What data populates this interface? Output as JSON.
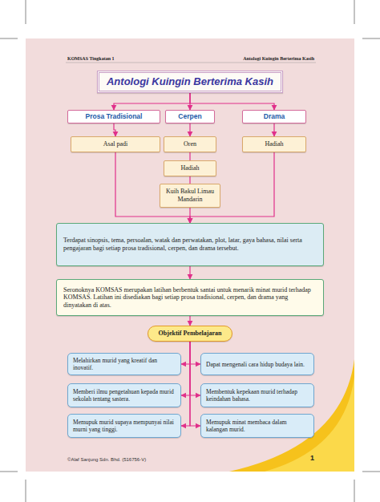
{
  "diagram": {
    "nodes": [
      {
        "text": [
          "Antologi Kuingin Berterima Kasih"
        ]
      },
      {
        "text": [
          "Prosa Tradisional"
        ]
      },
      {
        "text": [
          "Cerpen"
        ]
      },
      {
        "text": [
          "Drama"
        ]
      },
      {
        "text": [
          "Asal padi"
        ]
      },
      {
        "text": [
          "Oren"
        ]
      },
      {
        "text": [
          "Hadiah"
        ]
      },
      {
        "text": [
          "Hadiah"
        ]
      },
      {
        "text": [
          "Kuih Bakul Limau Mandarin"
        ]
      },
      {
        "text": [
          "Terdapat sinopsis, tema, persoalan, watak dan perwatakan, plot, latar, gaya bahasa, nilai serta pengajaran bagi setiap prosa tradisional, cerpen, dan drama tersebut."
        ]
      },
      {
        "text": [
          "Seronoknya KOMSAS merupakan latihan berbentuk santai untuk menarik minat murid terhadap KOMSAS. Latihan ini disediakan bagi setiap prosa tradisional, cerpen, dan drama yang dinyatakan di atas."
        ]
      },
      {
        "text": [
          "Objektif Pembelajaran"
        ]
      },
      {
        "text": [
          "Melahirkan murid yang kreatif dan inovatif."
        ]
      },
      {
        "text": [
          "Dapat mengenali cara hidup budaya lain."
        ]
      },
      {
        "text": [
          "Memberi ilmu pengetahuan kepada murid sekolah tentang sastera."
        ]
      },
      {
        "text": [
          "Membentuk kepekaan murid terhadap keindahan bahasa."
        ]
      },
      {
        "text": [
          "Memupuk murid supaya mempunyai nilai murni yang tinggi."
        ]
      },
      {
        "text": [
          "Memupuk minat membaca dalam kalangan murid."
        ]
      }
    ],
    "edges": [
      {
        "from": 0,
        "to": 1,
        "arrow": "to"
      },
      {
        "from": 0,
        "to": 2,
        "arrow": "to"
      },
      {
        "from": 0,
        "to": 3,
        "arrow": "to"
      },
      {
        "from": 1,
        "to": 4,
        "arrow": "to"
      },
      {
        "from": 2,
        "to": 5,
        "arrow": "to"
      },
      {
        "from": 3,
        "to": 6,
        "arrow": "to"
      },
      {
        "from": 5,
        "to": 7,
        "arrow": "none"
      },
      {
        "from": 7,
        "to": 8,
        "arrow": "none"
      },
      {
        "from": 4,
        "to": 9,
        "arrow": "to"
      },
      {
        "from": 8,
        "to": 9,
        "arrow": "to"
      },
      {
        "from": 6,
        "to": 9,
        "arrow": "to"
      },
      {
        "from": 9,
        "to": 10,
        "arrow": "to"
      },
      {
        "from": 10,
        "to": 11,
        "arrow": "to"
      },
      {
        "from": 11,
        "to": 12,
        "arrow": "to"
      },
      {
        "from": 11,
        "to": 13,
        "arrow": "to"
      },
      {
        "from": 11,
        "to": 14,
        "arrow": "to"
      },
      {
        "from": 11,
        "to": 15,
        "arrow": "to"
      },
      {
        "from": 11,
        "to": 16,
        "arrow": "to"
      },
      {
        "from": 11,
        "to": 17,
        "arrow": "to"
      }
    ],
    "labels": [
      "KOMSAS Tingkatan 1",
      "Antologi Kuingin Berterima Kasih",
      "©Alaf Sanjung Sdn. Bhd. (516756-V)",
      "1"
    ]
  }
}
